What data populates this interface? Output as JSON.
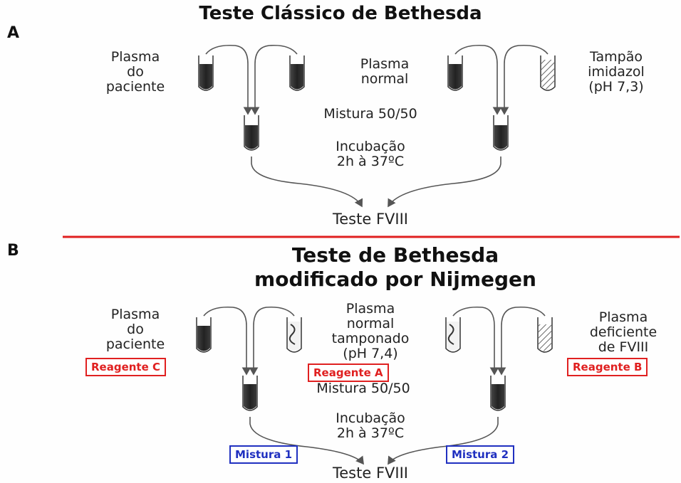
{
  "panel_a": {
    "letter": "A",
    "title": "Teste Clássico de Bethesda",
    "patient_plasma": [
      "Plasma",
      "do",
      "paciente"
    ],
    "normal_plasma": [
      "Plasma",
      "normal"
    ],
    "buffer": [
      "Tampão",
      "imidazol",
      "(pH 7,3)"
    ],
    "mixture": "Mistura 50/50",
    "incubation": [
      "Incubação",
      "2h à 37ºC"
    ],
    "test": "Teste FVIII"
  },
  "panel_b": {
    "letter": "B",
    "title": [
      "Teste de Bethesda",
      "modificado por Nijmegen"
    ],
    "patient_plasma": [
      "Plasma",
      "do",
      "paciente"
    ],
    "buffered_normal_plasma": [
      "Plasma",
      "normal",
      "tamponado",
      "(pH 7,4)"
    ],
    "deficient_plasma": [
      "Plasma",
      "deficiente",
      "de FVIII"
    ],
    "reagent_c": "Reagente C",
    "reagent_a": "Reagente A",
    "reagent_b": "Reagente B",
    "mixture": "Mistura 50/50",
    "incubation": [
      "Incubação",
      "2h à 37ºC"
    ],
    "mix1": "Mistura 1",
    "mix2": "Mistura 2",
    "test": "Teste FVIII"
  },
  "colors": {
    "divider": "#e02020",
    "reagent_box": "#e02020",
    "mix_box": "#2030c0"
  }
}
